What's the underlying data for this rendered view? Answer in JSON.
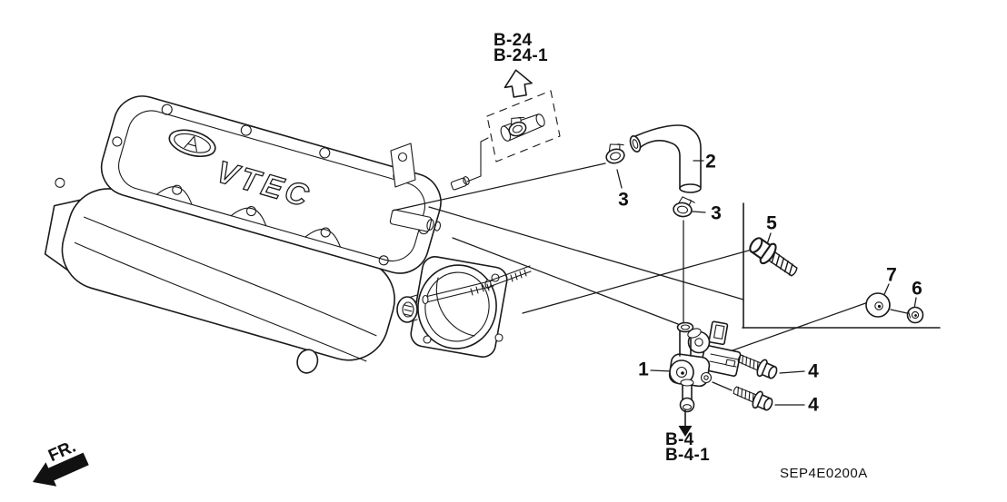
{
  "diagram": {
    "code": "SEP4E0200A",
    "front_label": "FR.",
    "engine_badge": "VTEC",
    "background_color": "#ffffff",
    "line_color": "#1a1a1a",
    "ref_top": {
      "line1": "B-24",
      "line2": "B-24-1"
    },
    "ref_bottom": {
      "line1": "B-4",
      "line2": "B-4-1"
    },
    "callouts": {
      "c1": "1",
      "c2": "2",
      "c3a": "3",
      "c3b": "3",
      "c4a": "4",
      "c4b": "4",
      "c5": "5",
      "c6": "6",
      "c7": "7"
    }
  }
}
